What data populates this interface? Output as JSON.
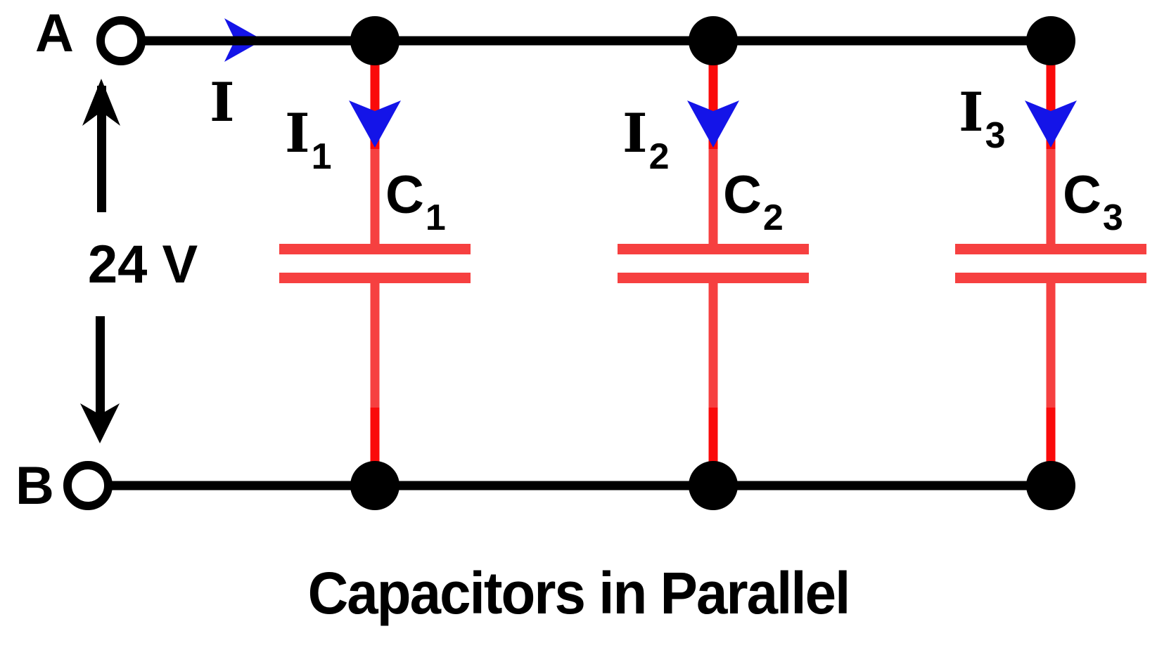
{
  "title": "Capacitors in Parallel",
  "colors": {
    "wire": "#000000",
    "cap-red": "#f64040",
    "cap-red-dark": "#fa0a0a",
    "arrow-blue": "#1414e8",
    "text": "#000000",
    "background": "#ffffff"
  },
  "terminals": {
    "a": "A",
    "b": "B"
  },
  "source_voltage": "24 V",
  "currents": {
    "total": "I",
    "branches": [
      {
        "base": "I",
        "sub": "1"
      },
      {
        "base": "I",
        "sub": "2"
      },
      {
        "base": "I",
        "sub": "3"
      }
    ]
  },
  "capacitors": [
    {
      "base": "C",
      "sub": "1"
    },
    {
      "base": "C",
      "sub": "2"
    },
    {
      "base": "C",
      "sub": "3"
    }
  ]
}
